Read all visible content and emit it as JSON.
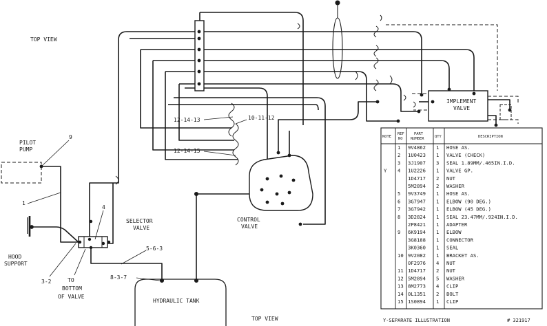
{
  "labels": {
    "top_view_upper": "TOP VIEW",
    "top_view_lower": "TOP VIEW",
    "pilot_pump_1": "PILOT",
    "pilot_pump_2": "PUMP",
    "hood_support_1": "HOOD",
    "hood_support_2": "SUPPORT",
    "selector_valve_1": "SELECTOR",
    "selector_valve_2": "VALVE",
    "control_valve_1": "CONTROL",
    "control_valve_2": "VALVE",
    "implement_valve_1": "IMPLEMENT",
    "implement_valve_2": "VALVE",
    "hydraulic_tank": "HYDRAULIC TANK",
    "to_bottom_1": "TO",
    "to_bottom_2": "BOTTOM",
    "to_bottom_3": "OF VALVE",
    "callout_9": "9",
    "callout_1": "1",
    "callout_4": "4",
    "callout_3_2": "3-2",
    "callout_5_6_3": "5-6-3",
    "callout_8_3_7": "8-3-7",
    "callout_12_14_13": "12-14-13",
    "callout_10_11_12": "10-11-12",
    "callout_12_14_15": "12-14-15",
    "footnote": "Y-SEPARATE ILLUSTRATION",
    "drawing_number": "# 321917"
  },
  "parts_table": {
    "headers": {
      "note": "NOTE",
      "ref_no_1": "REF",
      "ref_no_2": "NO",
      "part_number_1": "PART",
      "part_number_2": "NUMBER",
      "qty": "QTY",
      "description": "DESCRIPTION"
    },
    "rows": [
      {
        "note": "",
        "ref": "1",
        "part": "9V4862",
        "qty": "1",
        "desc": "HOSE AS."
      },
      {
        "note": "",
        "ref": "2",
        "part": "1U0423",
        "qty": "1",
        "desc": "VALVE (CHECK)"
      },
      {
        "note": "",
        "ref": "3",
        "part": "3J1907",
        "qty": "3",
        "desc": "SEAL 1.89MM/.465IN.I.D."
      },
      {
        "note": "Y",
        "ref": "4",
        "part": "1U2226",
        "qty": "1",
        "desc": "VALVE GP."
      },
      {
        "note": "",
        "ref": "",
        "part": "1D4717",
        "qty": "2",
        "desc": "NUT"
      },
      {
        "note": "",
        "ref": "",
        "part": "5M2894",
        "qty": "2",
        "desc": "WASHER"
      },
      {
        "note": "",
        "ref": "5",
        "part": "9V3749",
        "qty": "1",
        "desc": "HOSE AS."
      },
      {
        "note": "",
        "ref": "6",
        "part": "3G7947",
        "qty": "1",
        "desc": "ELBOW (90 DEG.)"
      },
      {
        "note": "",
        "ref": "7",
        "part": "3G7942",
        "qty": "1",
        "desc": "ELBOW (45 DEG.)"
      },
      {
        "note": "",
        "ref": "8",
        "part": "3D2824",
        "qty": "1",
        "desc": "SEAL 23.47MM/.924IN.I.D."
      },
      {
        "note": "",
        "ref": "",
        "part": "2P8421",
        "qty": "1",
        "desc": "ADAPTER"
      },
      {
        "note": "",
        "ref": "9",
        "part": "6K9194",
        "qty": "1",
        "desc": "ELBOW"
      },
      {
        "note": "",
        "ref": "",
        "part": "3G8188",
        "qty": "1",
        "desc": "CONNECTOR"
      },
      {
        "note": "",
        "ref": "",
        "part": "3K0360",
        "qty": "1",
        "desc": "SEAL"
      },
      {
        "note": "",
        "ref": "10",
        "part": "9V2082",
        "qty": "1",
        "desc": "BRACKET AS."
      },
      {
        "note": "",
        "ref": "",
        "part": "0F2976",
        "qty": "4",
        "desc": "NUT"
      },
      {
        "note": "",
        "ref": "11",
        "part": "1D4717",
        "qty": "2",
        "desc": "NUT"
      },
      {
        "note": "",
        "ref": "12",
        "part": "5M2894",
        "qty": "5",
        "desc": "WASHER"
      },
      {
        "note": "",
        "ref": "13",
        "part": "8M2773",
        "qty": "4",
        "desc": "CLIP"
      },
      {
        "note": "",
        "ref": "14",
        "part": "0L1351",
        "qty": "2",
        "desc": "BOLT"
      },
      {
        "note": "",
        "ref": "15",
        "part": "1S0894",
        "qty": "1",
        "desc": "CLIP"
      }
    ]
  }
}
